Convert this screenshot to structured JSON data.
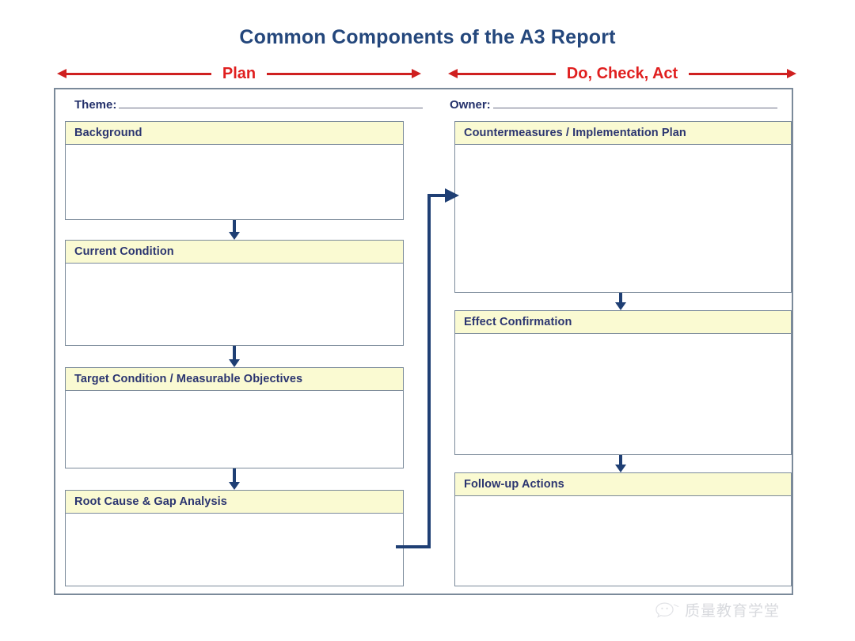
{
  "title": "Common Components of the A3 Report",
  "phases": {
    "left": {
      "label": "Plan",
      "left_arrow_icon": "arrow-left-icon",
      "right_arrow_icon": "arrow-right-icon"
    },
    "right": {
      "label": "Do, Check, Act",
      "left_arrow_icon": "arrow-left-icon",
      "right_arrow_icon": "arrow-right-icon"
    }
  },
  "header_fields": {
    "theme": {
      "label": "Theme:",
      "value": ""
    },
    "owner": {
      "label": "Owner:",
      "value": ""
    }
  },
  "sections": {
    "left_column": [
      {
        "title": "Background",
        "body": ""
      },
      {
        "title": "Current Condition",
        "body": ""
      },
      {
        "title": "Target Condition / Measurable Objectives",
        "body": ""
      },
      {
        "title": "Root Cause & Gap Analysis",
        "body": ""
      }
    ],
    "right_column": [
      {
        "title": "Countermeasures / Implementation Plan",
        "body": ""
      },
      {
        "title": "Effect Confirmation",
        "body": ""
      },
      {
        "title": "Follow-up Actions",
        "body": ""
      }
    ]
  },
  "connectors": {
    "down_arrows": [
      {
        "from": "Background",
        "to": "Current Condition"
      },
      {
        "from": "Current Condition",
        "to": "Target Condition / Measurable Objectives"
      },
      {
        "from": "Target Condition / Measurable Objectives",
        "to": "Root Cause & Gap Analysis"
      },
      {
        "from": "Countermeasures / Implementation Plan",
        "to": "Effect Confirmation"
      },
      {
        "from": "Effect Confirmation",
        "to": "Follow-up Actions"
      }
    ],
    "cross_connector": {
      "from": "Root Cause & Gap Analysis",
      "to": "Countermeasures / Implementation Plan"
    }
  },
  "watermark": {
    "icon": "wechat-bubble-icon",
    "text": "质量教育学堂"
  },
  "colors": {
    "title_blue": "#24477c",
    "phase_red": "#cf2020",
    "section_header_yellow": "#fafad2",
    "section_border": "#7b8a9a",
    "section_title_navy": "#2b3570",
    "arrow_navy": "#1f3f74",
    "field_label_navy": "#24316b",
    "page_background": "#ffffff"
  }
}
